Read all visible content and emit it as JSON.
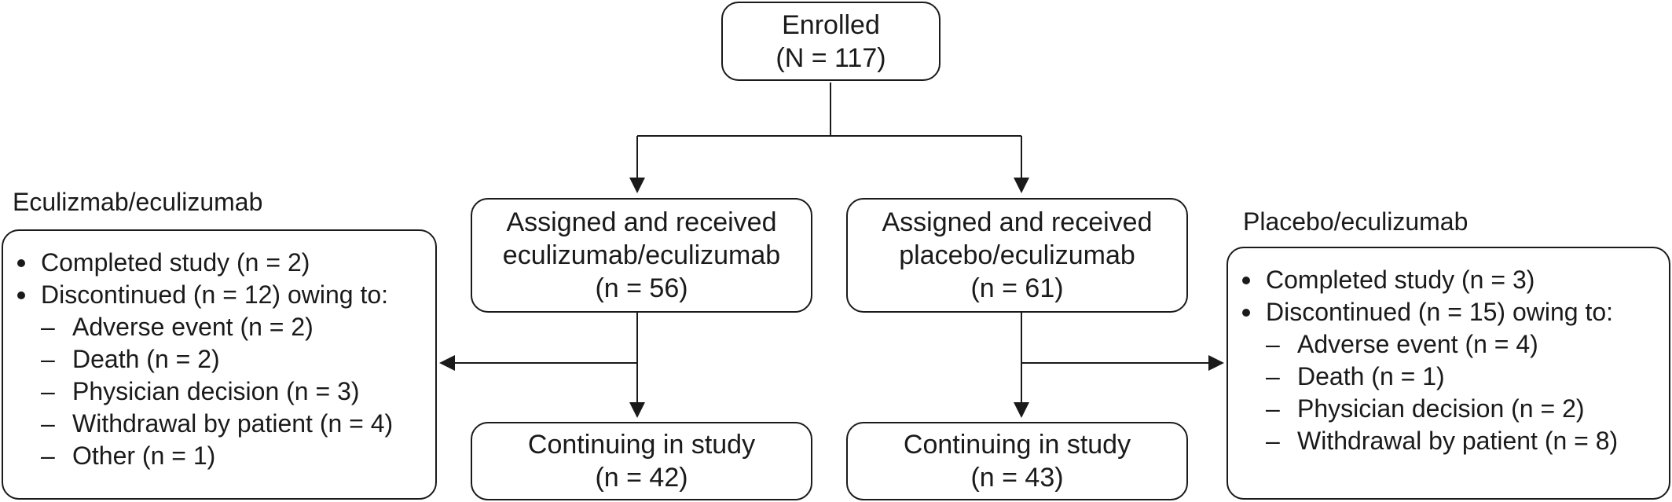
{
  "enrolled": {
    "title": "Enrolled",
    "count": "(N = 117)"
  },
  "arms": [
    {
      "assigned_line1": "Assigned and received",
      "assigned_line2": "eculizumab/eculizumab",
      "assigned_count": "(n = 56)",
      "continuing_label": "Continuing in study",
      "continuing_count": "(n = 42)",
      "side_label": "Eculizmab/eculizumab",
      "completed": "Completed study (n = 2)",
      "discontinued": "Discontinued (n = 12) owing to:",
      "reasons": [
        "Adverse event (n = 2)",
        "Death (n = 2)",
        "Physician decision (n = 3)",
        "Withdrawal by patient (n = 4)",
        "Other (n = 1)"
      ]
    },
    {
      "assigned_line1": "Assigned and received",
      "assigned_line2": "placebo/eculizumab",
      "assigned_count": "(n = 61)",
      "continuing_label": "Continuing in study",
      "continuing_count": "(n = 43)",
      "side_label": "Placebo/eculizumab",
      "completed": "Completed study (n = 3)",
      "discontinued": "Discontinued (n = 15) owing to:",
      "reasons": [
        "Adverse event (n = 4)",
        "Death (n = 1)",
        "Physician decision (n = 2)",
        "Withdrawal by patient (n = 8)"
      ]
    }
  ],
  "colors": {
    "stroke": "#1a1a1a",
    "background": "#ffffff"
  }
}
